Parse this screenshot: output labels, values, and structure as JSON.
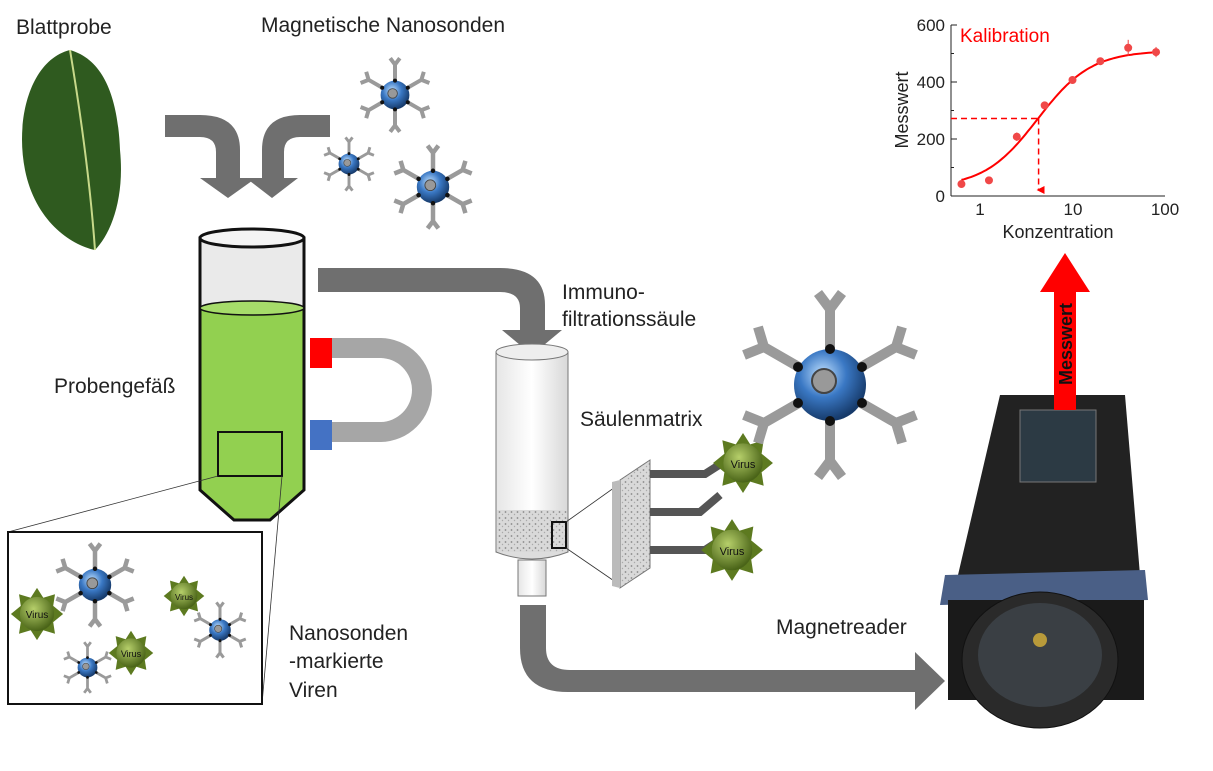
{
  "labels": {
    "leaf": "Blattprobe",
    "nanoprobes": "Magnetische Nanosonden",
    "tube": "Probengefäß",
    "column_line1": "Immuno-",
    "column_line2": "filtrationssäule",
    "matrix": "Säulenmatrix",
    "labeled_line1": "Nanosonden",
    "labeled_line2": "-markierte",
    "labeled_line3": "Viren",
    "reader": "Magnetreader",
    "measured_arrow": "Messwert",
    "virus": "Virus"
  },
  "colors": {
    "arrow": "#6f6f6f",
    "liquid": "#92d050",
    "magnet_north": "#ff0000",
    "magnet_south": "#4472c4",
    "calibration": "#ff0000",
    "nanoparticle": "#3a78c4",
    "virus": "#6b8a2a"
  },
  "chart_data": {
    "type": "scatter",
    "title": "Kalibration",
    "xlabel": "Konzentration",
    "ylabel": "Messwert",
    "xscale": "log",
    "xlim": [
      0.5,
      100
    ],
    "ylim": [
      0,
      600
    ],
    "xticks": [
      "1",
      "10",
      "100"
    ],
    "yticks": [
      "0",
      "200",
      "400",
      "600"
    ],
    "x": [
      0.63,
      1.25,
      2.5,
      5,
      10,
      20,
      40,
      80
    ],
    "y": [
      42,
      55,
      208,
      318,
      407,
      473,
      520,
      505
    ],
    "yerr": [
      5,
      12,
      15,
      8,
      6,
      6,
      28,
      18
    ],
    "fit": "sigmoid",
    "readout": {
      "y": 272,
      "x": 4.3
    }
  }
}
